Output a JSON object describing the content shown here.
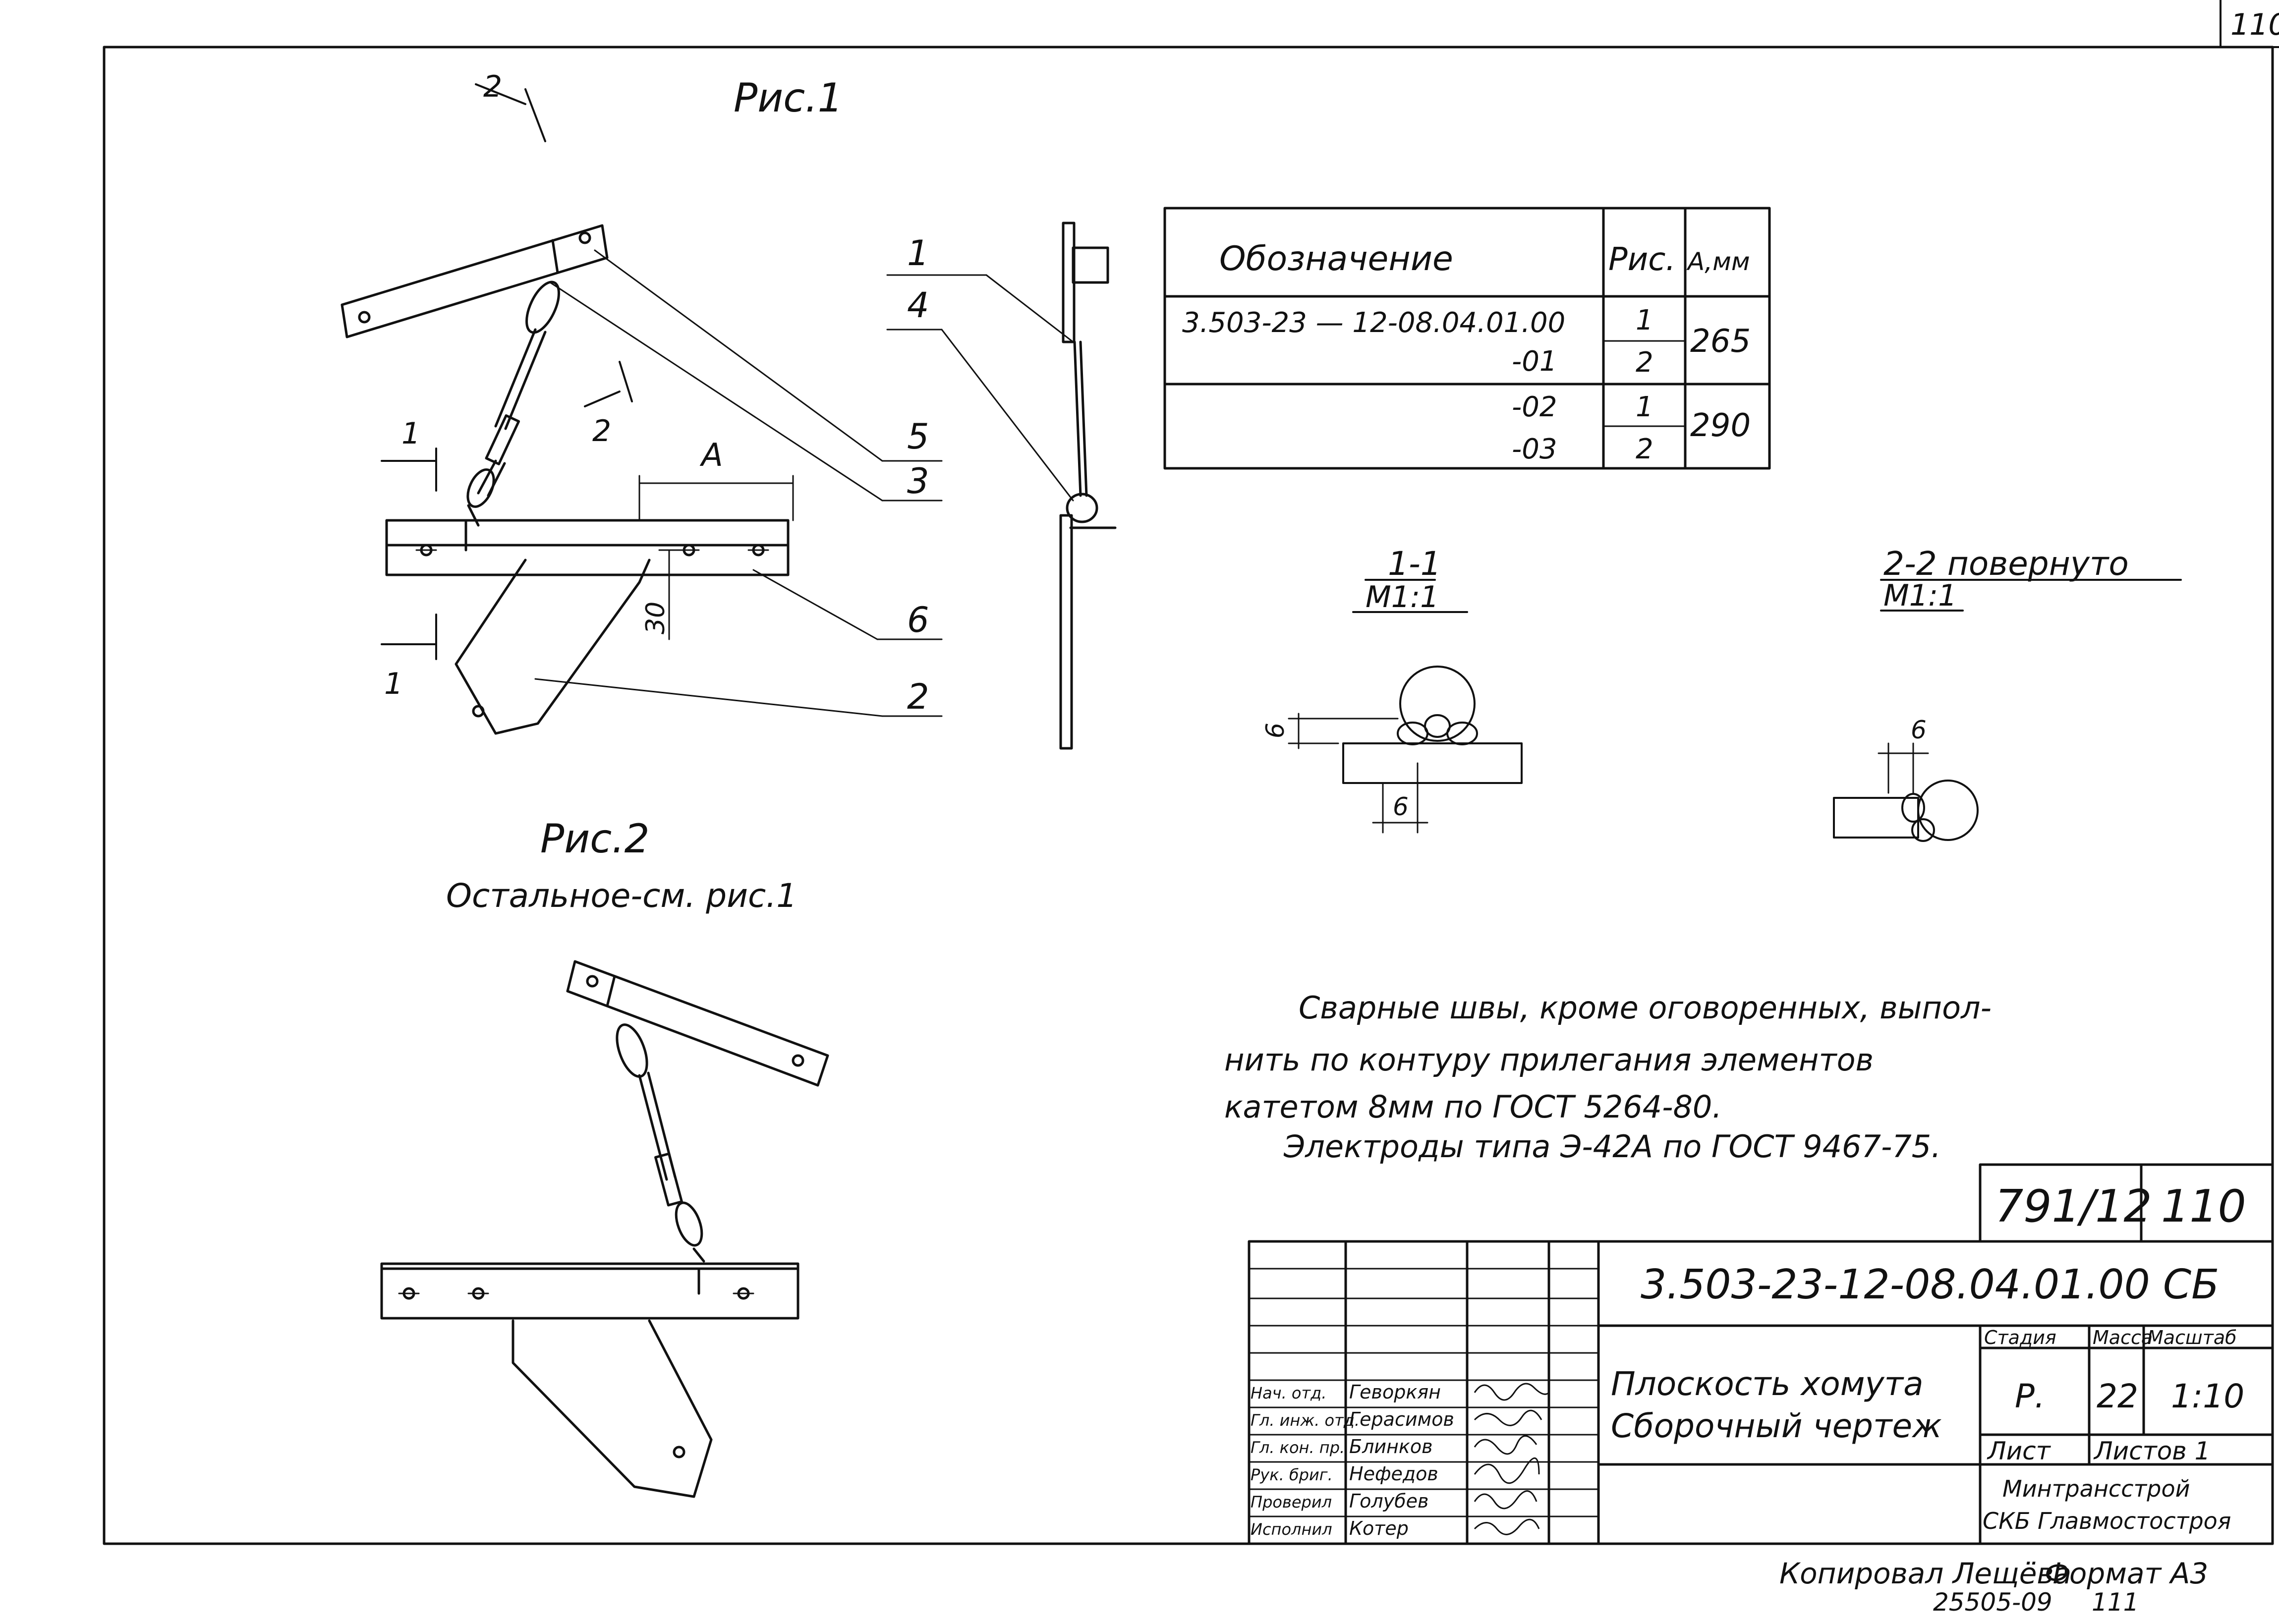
{
  "sheet": {
    "corner_number": "110",
    "scan_marks": []
  },
  "figure1": {
    "title": "Рис.1",
    "section_arrow_top": "2",
    "section_arrow_mid": "2",
    "section_arrow_left_top": "1",
    "section_arrow_left_bottom": "1",
    "dim_A": "А",
    "dim_30": "30",
    "callouts": [
      "5",
      "3",
      "6",
      "2"
    ]
  },
  "side_view": {
    "callouts": [
      "1",
      "4"
    ]
  },
  "figure2": {
    "title": "Рис.2",
    "subtitle": "Остальное-см. рис.1"
  },
  "spec_table": {
    "headers": [
      "Обозначение",
      "Рис.",
      "А,мм"
    ],
    "rows": [
      {
        "designation": "3.503-23 — 12-08.04.01.00",
        "fig": "1",
        "a": "265"
      },
      {
        "designation": "-01",
        "fig": "2",
        "a": ""
      },
      {
        "designation": "-02",
        "fig": "1",
        "a": "290"
      },
      {
        "designation": "-03",
        "fig": "2",
        "a": ""
      }
    ]
  },
  "section_1_1": {
    "title": "1-1",
    "scale": "М1:1",
    "dim_vertical": "6",
    "dim_horizontal": "6"
  },
  "section_2_2": {
    "title": "2-2 повернуто",
    "scale": "М1:1",
    "dim": "6"
  },
  "notes": [
    "Сварные швы, кроме оговоренных, выпол-",
    "нить по контуру прилегания элементов",
    "катетом 8мм по ГОСТ 5264-80.",
    "Электроды типа Э-42А по ГОСТ 9467-75."
  ],
  "title_block": {
    "album_number": "791/12",
    "sheet_number": "110",
    "designation": "3.503-23-12-08.04.01.00 СБ",
    "name_line1": "Плоскость хомута",
    "name_line2": "Сборочный чертеж",
    "stage_label": "Стадия",
    "mass_label": "Масса",
    "scale_label": "Масштаб",
    "stage": "Р.",
    "mass": "22",
    "scale": "1:10",
    "sheet_label": "Лист",
    "sheets_label": "Листов 1",
    "org_line1": "Минтрансстрой",
    "org_line2": "СКБ Главмостостроя",
    "signatures": [
      {
        "role": "Нач. отд.",
        "name": "Геворкян"
      },
      {
        "role": "Гл. инж. отд.",
        "name": "Герасимов"
      },
      {
        "role": "Гл. кон. пр.",
        "name": "Блинков"
      },
      {
        "role": "Рук. бриг.",
        "name": "Нефедов"
      },
      {
        "role": "Проверил",
        "name": "Голубев"
      },
      {
        "role": "Исполнил",
        "name": "Котер"
      }
    ]
  },
  "footer": {
    "copied": "Копировал Лещёва",
    "format": "Формат А3",
    "code": "25505-09",
    "page": "111"
  }
}
